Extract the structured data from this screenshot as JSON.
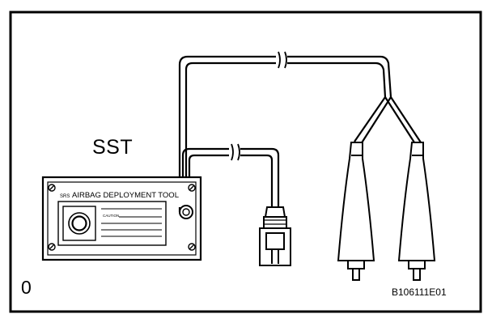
{
  "labels": {
    "sst": "SST",
    "corner_number": "0",
    "figure_code": "B106111E01"
  },
  "tool": {
    "title_prefix": "SRS",
    "title": "AIRBAG DEPLOYMENT TOOL",
    "caution": "CAUTION"
  },
  "colors": {
    "line": "#000000",
    "background": "#ffffff"
  }
}
